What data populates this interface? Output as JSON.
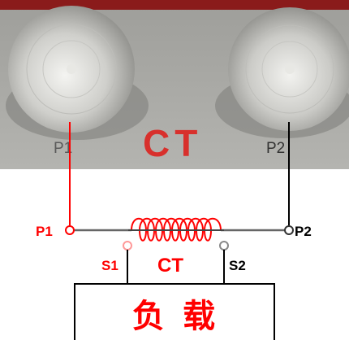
{
  "photo": {
    "terminal_left": "P1",
    "terminal_right": "P2",
    "title": "CT"
  },
  "schematic": {
    "p1_label": "P1",
    "p2_label": "P2",
    "s1_label": "S1",
    "s2_label": "S2",
    "coil_label": "CT",
    "load_label": "负  载"
  },
  "colors": {
    "primary_wire": "#ff0000",
    "secondary_wire": "#000000",
    "photo_panel": "#a6a6a2",
    "ct_text": "#d8302c",
    "coil": "#ff0000"
  }
}
